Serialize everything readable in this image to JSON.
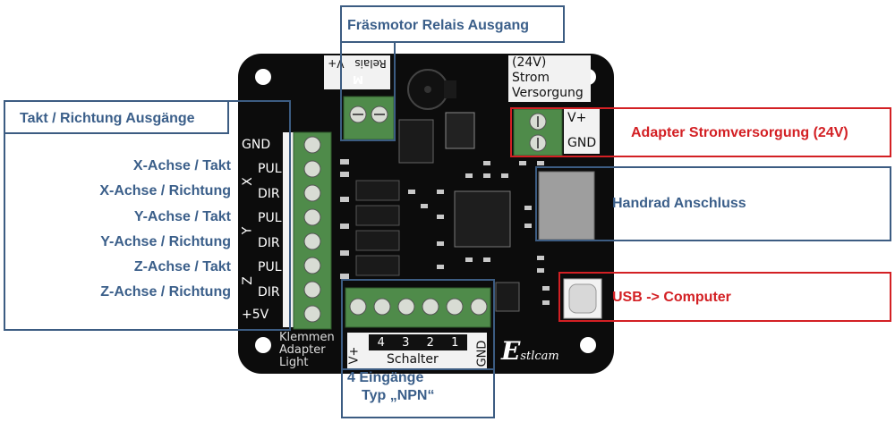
{
  "callouts": {
    "fraesmotor": "Fräsmotor Relais Ausgang",
    "takt_richtung": "Takt / Richtung Ausgänge",
    "adapter_strom": "Adapter Stromversorgung (24V)",
    "handrad": "Handrad Anschluss",
    "usb": "USB -> Computer",
    "eingaenge_line1": "4 Eingänge",
    "eingaenge_line2": "Typ „NPN“"
  },
  "channels": [
    "X-Achse / Takt",
    "X-Achse / Richtung",
    "Y-Achse / Takt",
    "Y-Achse / Richtung",
    "Z-Achse / Takt",
    "Z-Achse / Richtung"
  ],
  "silkscreen": {
    "gnd": "GND",
    "plus5v": "+5V",
    "axes": [
      "X",
      "Y",
      "Z"
    ],
    "pul": "PUL",
    "dir": "DIR",
    "relais": "Relais",
    "relais_m": "M",
    "relais_v": "V+",
    "strom_24v": "(24V)",
    "strom": "Strom",
    "versorgung": "Versorgung",
    "power_v": "V+",
    "power_gnd": "GND",
    "klemmen": "Klemmen",
    "adapter": "Adapter",
    "light": "Light",
    "schalter": "Schalter",
    "inputs": [
      "4",
      "3",
      "2",
      "1"
    ],
    "in_v": "V+",
    "in_gnd": "GND",
    "logo": "E",
    "logo_rest": "stlcam"
  },
  "colors": {
    "board": "#0c0c0c",
    "terminal": "#4f8b4a",
    "callout_blue": "#3c5c82",
    "callout_red": "#d32024",
    "label_blue": "#3b5f8a"
  }
}
